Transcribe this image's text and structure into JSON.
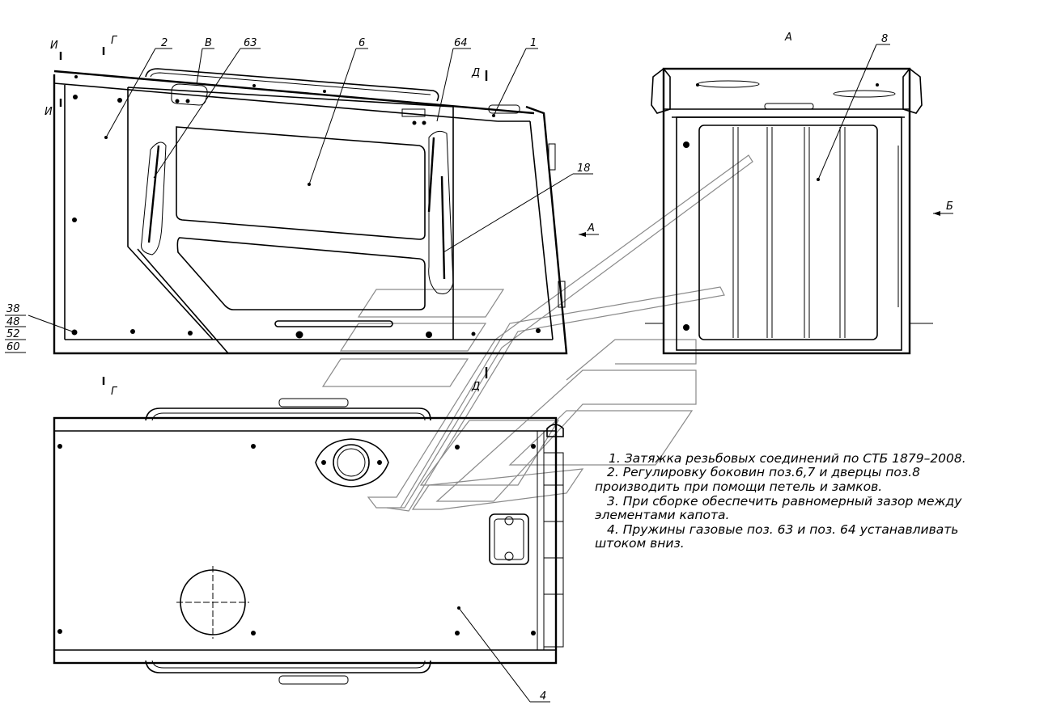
{
  "callouts": {
    "c2": "2",
    "c63": "63",
    "c6": "6",
    "c64": "64",
    "c1": "1",
    "c18": "18",
    "c8": "8",
    "c4": "4",
    "cV": "В",
    "c38": "38",
    "c48": "48",
    "c52": "52",
    "c60": "60"
  },
  "sections": {
    "I_top": "И",
    "I_bot": "И",
    "G_top": "Г",
    "G_bot": "Г",
    "D_top": "Д",
    "D_bot": "Д",
    "A_arrow": "А",
    "B_arrow": "Б",
    "view_A": "А"
  },
  "notes": [
    "1.    Затяжка резьбовых соединений по СТБ 1879–2008.",
    "2.  Регулировку боковин поз.6,7 и дверцы поз.8",
    "производить при помощи петель и замков.",
    "3.  При сборке обеспечить равномерный зазор между",
    "элементами капота.",
    "4.  Пружины газовые поз. 63 и поз. 64 устанавливать",
    "штоком вниз."
  ]
}
